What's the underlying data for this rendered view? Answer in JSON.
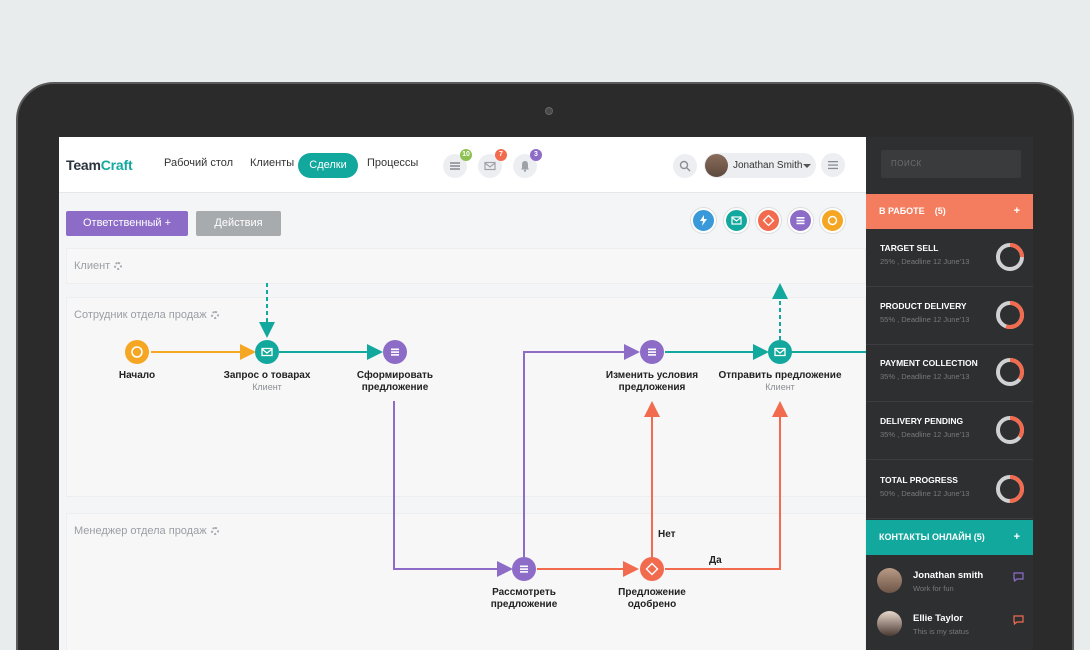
{
  "app": {
    "logo_part1": "Team",
    "logo_part2": "Craft"
  },
  "nav": {
    "desktop": "Рабочий стол",
    "clients": "Клиенты",
    "deals": "Сделки",
    "processes": "Процессы"
  },
  "badges": {
    "tasks": "10",
    "mail": "7",
    "notifications": "3"
  },
  "badge_colors": {
    "tasks": "#8cc152",
    "mail": "#f26b4f",
    "notifications": "#8d6cc8"
  },
  "user": {
    "name": "Jonathan Smith"
  },
  "toolbar": {
    "responsible": "Ответственный +",
    "actions": "Действия"
  },
  "lanes": {
    "client": "Клиент",
    "sales_employee": "Сотрудник отдела продаж",
    "sales_manager": "Менеджер отдела продаж"
  },
  "nodes": {
    "start": "Начало",
    "request": "Запрос о товарах",
    "request_sub": "Клиент",
    "form_offer": "Сформировать предложение",
    "change_terms": "Изменить условия предложения",
    "send_offer": "Отправить предложение",
    "send_offer_sub": "Клиент",
    "review": "Рассмотреть предложение",
    "approved": "Предложение одобрено"
  },
  "edges": {
    "no": "Нет",
    "yes": "Да"
  },
  "colors": {
    "orange": "#f5a623",
    "teal": "#13a89e",
    "purple": "#8d6cc8",
    "red": "#f26b4f",
    "blue": "#3a9ad9"
  },
  "sidebar": {
    "search_placeholder": "ПОИСК",
    "in_work": "В РАБОТЕ",
    "in_work_count": "(5)",
    "add": "+",
    "tasks": [
      {
        "title": "TARGET SELL",
        "sub": "25% , Deadline  12 June'13",
        "progress": 0.25
      },
      {
        "title": "PRODUCT DELIVERY",
        "sub": "55% , Deadline 12 June'13",
        "progress": 0.55
      },
      {
        "title": "PAYMENT COLLECTION",
        "sub": "35% , Deadline 12 June'13",
        "progress": 0.35
      },
      {
        "title": "DELIVERY PENDING",
        "sub": "35% , Deadline 12 June'13",
        "progress": 0.35
      },
      {
        "title": "TOTAL PROGRESS",
        "sub": "50% , Deadline 12 June'13",
        "progress": 0.5
      }
    ],
    "contacts_head": "КОНТАКТЫ ОНЛАЙН (5)",
    "contacts": [
      {
        "name": "Jonathan  smith",
        "status": "Work for fun"
      },
      {
        "name": "Ellie Taylor",
        "status": "This is my status"
      }
    ]
  }
}
